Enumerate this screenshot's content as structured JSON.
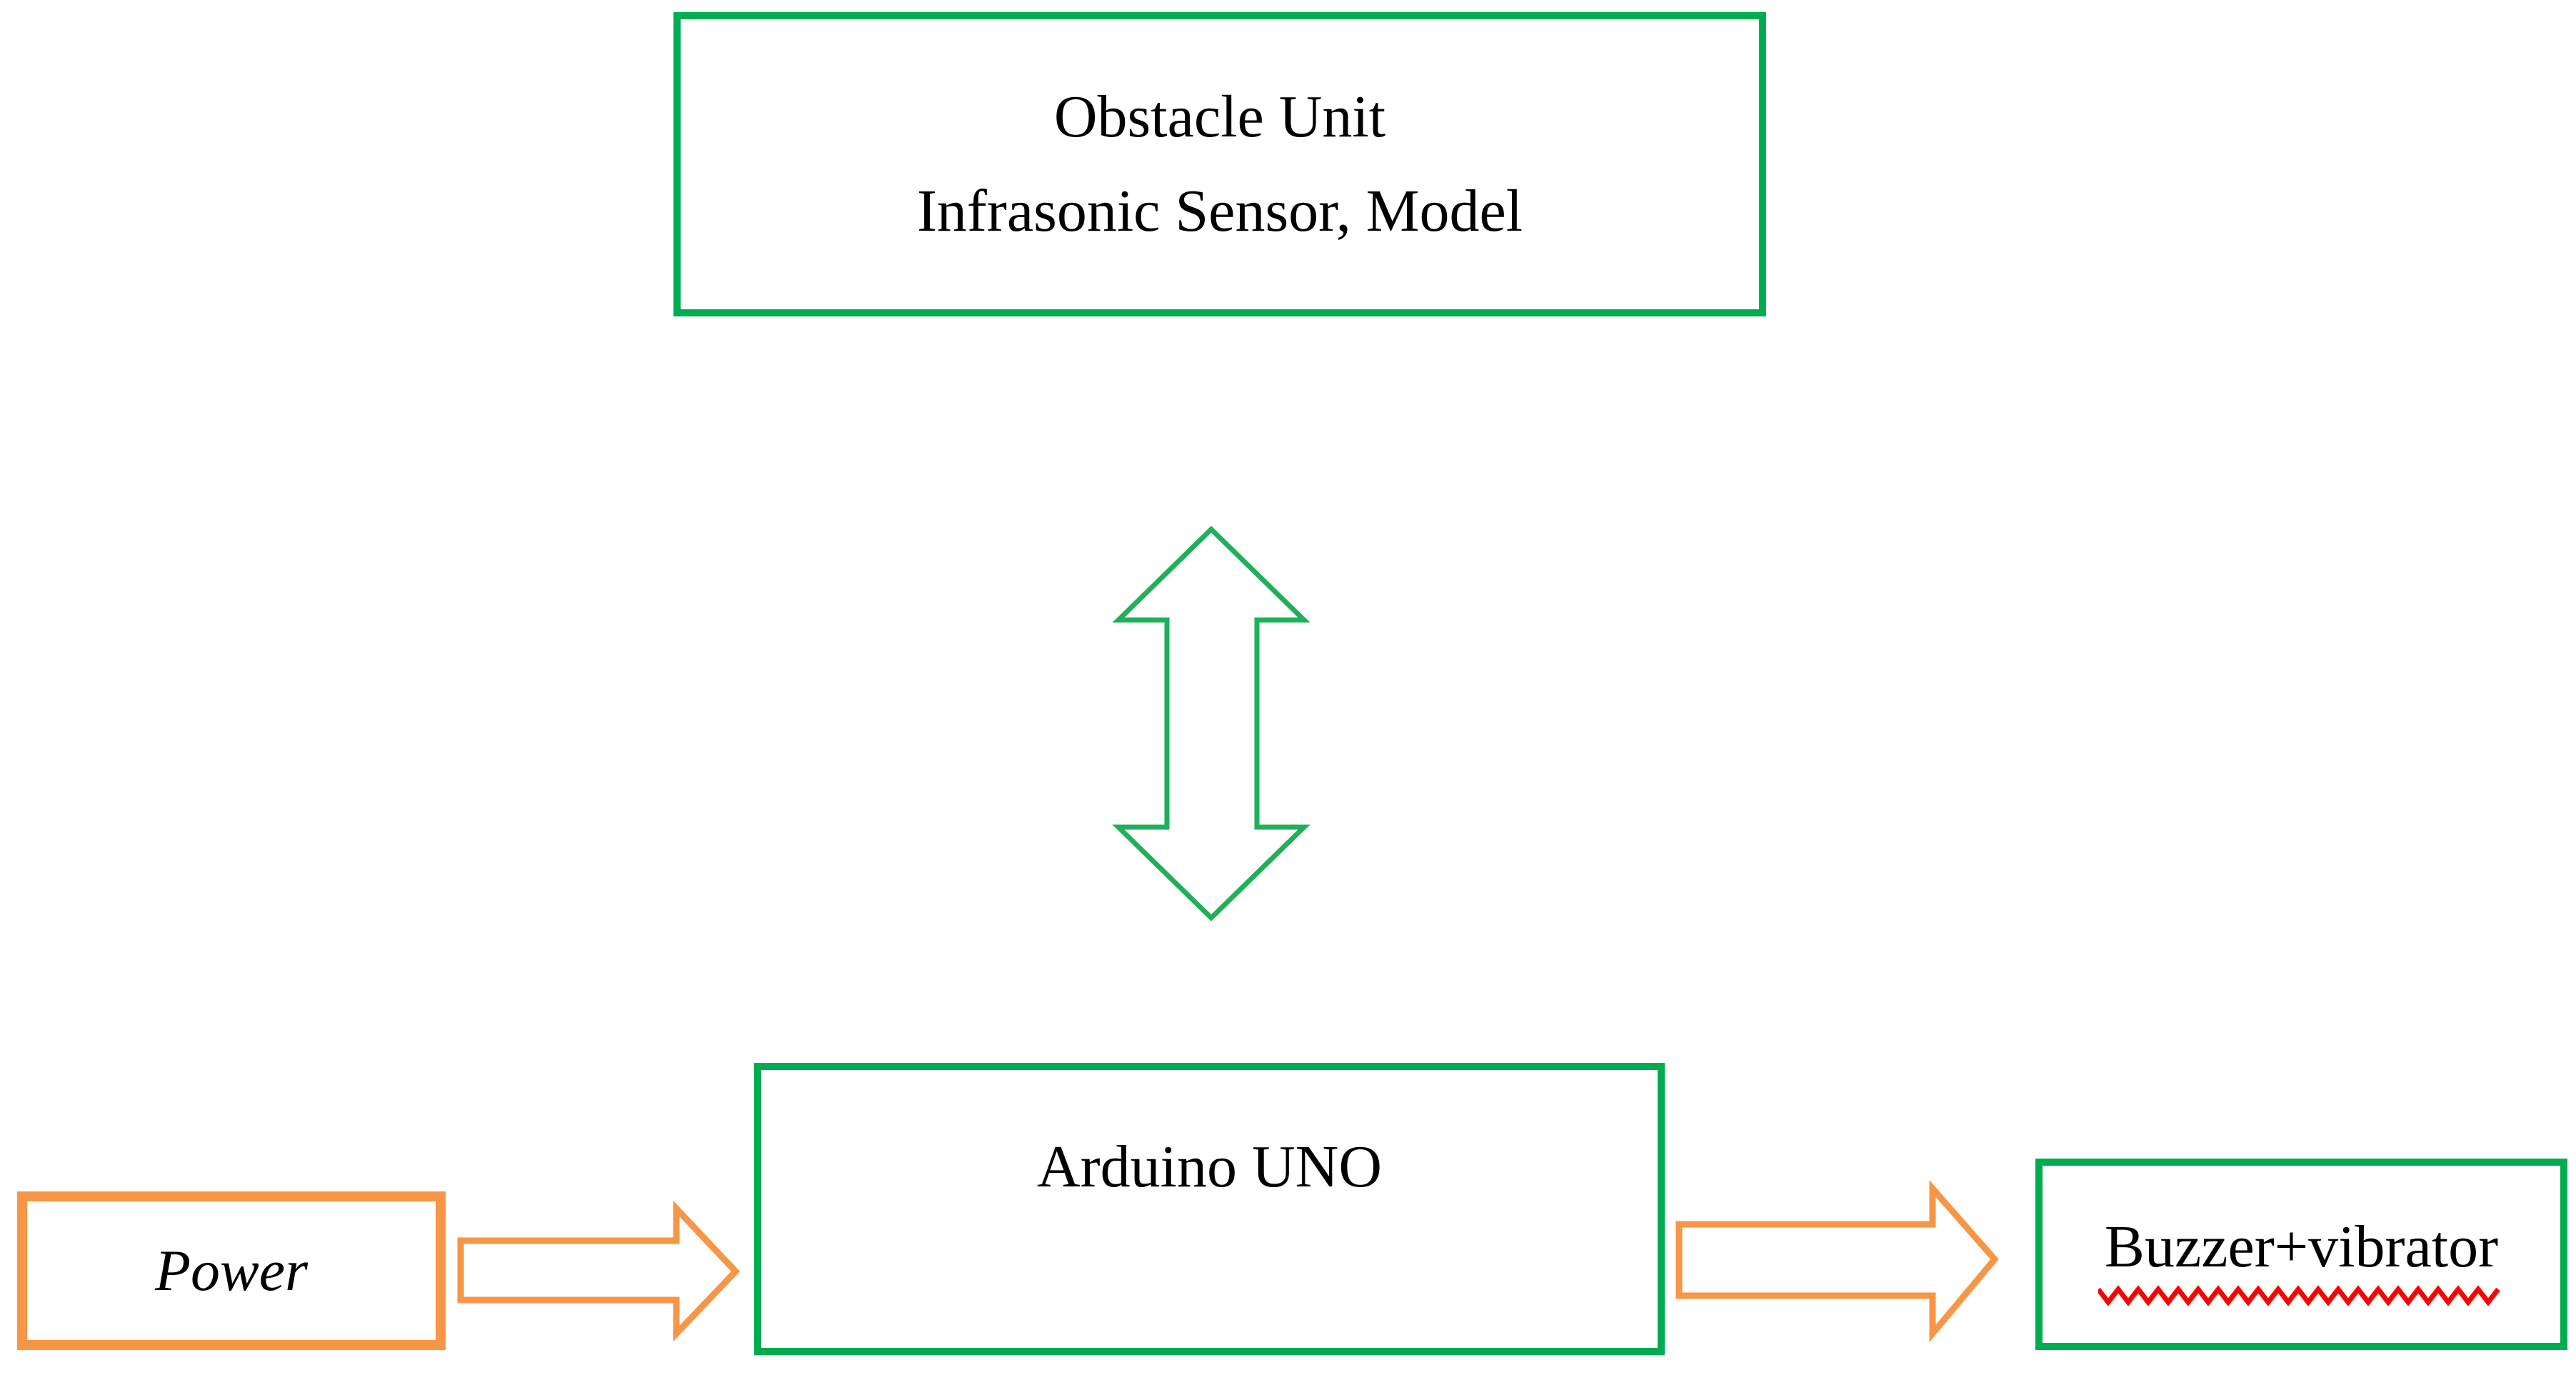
{
  "diagram": {
    "boxes": {
      "obstacle": {
        "line1": "Obstacle Unit",
        "line2": "Infrasonic Sensor, Model"
      },
      "arduino": {
        "label": "Arduino UNO"
      },
      "power": {
        "label": "Power"
      },
      "buzzer": {
        "label": "Buzzer+vibrator"
      }
    },
    "arrows": {
      "updown": "bidirectional arrow between Obstacle Unit and Arduino UNO",
      "power_to_arduino": "arrow from Power to Arduino UNO",
      "arduino_to_buzzer": "arrow from Arduino UNO to Buzzer+vibrator"
    },
    "colors": {
      "background": "#FFFFFF",
      "text": "#000000",
      "green_border": "#00AC50",
      "green_arrow": "#1FB05A",
      "orange": "#F79646",
      "squiggle_red": "#FF0000"
    }
  }
}
